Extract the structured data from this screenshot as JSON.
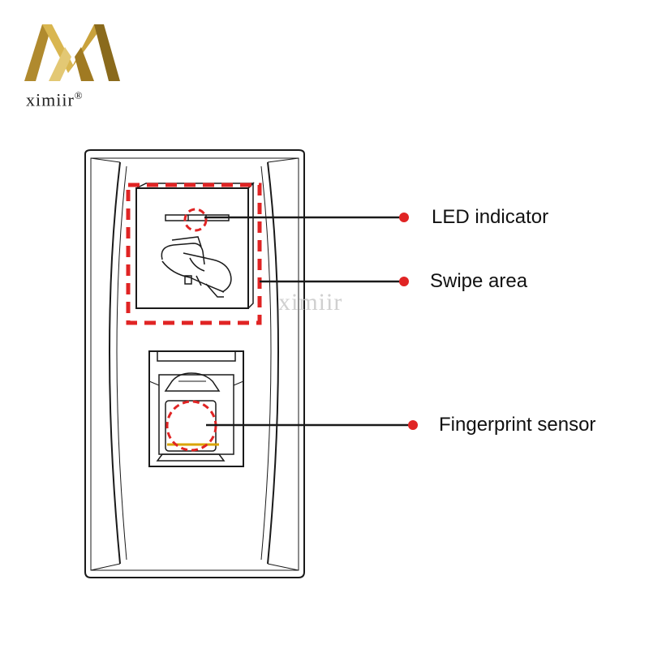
{
  "brand": {
    "name": "ximiir",
    "registered_mark": "®",
    "logo_colors": [
      "#b08a2e",
      "#d9b650",
      "#8a6a1c"
    ]
  },
  "watermark": {
    "text": "ximiir"
  },
  "callouts": [
    {
      "id": "led",
      "label": "LED indicator"
    },
    {
      "id": "swipe",
      "label": "Swipe area"
    },
    {
      "id": "fingerprint",
      "label": "Fingerprint sensor"
    }
  ],
  "colors": {
    "dashed_highlight": "#e02424",
    "callout_dot": "#e02424",
    "outline": "#1a1a1a",
    "sensor_accent": "#d9a400"
  }
}
